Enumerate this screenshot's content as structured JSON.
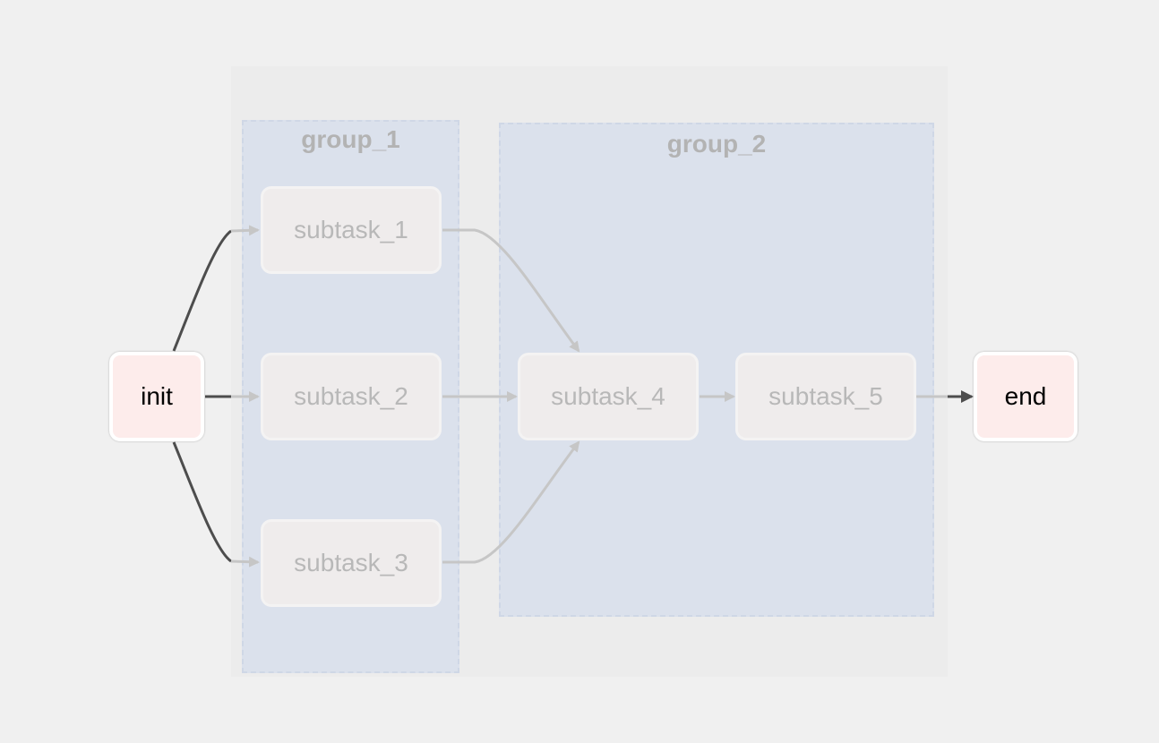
{
  "groups": {
    "group_1": "group_1",
    "group_2": "group_2"
  },
  "nodes": {
    "init": "init",
    "subtask_1": "subtask_1",
    "subtask_2": "subtask_2",
    "subtask_3": "subtask_3",
    "subtask_4": "subtask_4",
    "subtask_5": "subtask_5",
    "end": "end"
  },
  "edges": [
    {
      "from": "init",
      "to": "subtask_1"
    },
    {
      "from": "init",
      "to": "subtask_2"
    },
    {
      "from": "init",
      "to": "subtask_3"
    },
    {
      "from": "subtask_1",
      "to": "subtask_4"
    },
    {
      "from": "subtask_2",
      "to": "subtask_4"
    },
    {
      "from": "subtask_3",
      "to": "subtask_4"
    },
    {
      "from": "subtask_4",
      "to": "subtask_5"
    },
    {
      "from": "subtask_5",
      "to": "end"
    }
  ],
  "colors": {
    "active_edge": "#4d4d4d",
    "inactive_edge": "#c6c6c6",
    "group_fill": "#dbe1ec",
    "terminal_fill": "#fdeceb",
    "subtask_fill": "#efecec"
  }
}
